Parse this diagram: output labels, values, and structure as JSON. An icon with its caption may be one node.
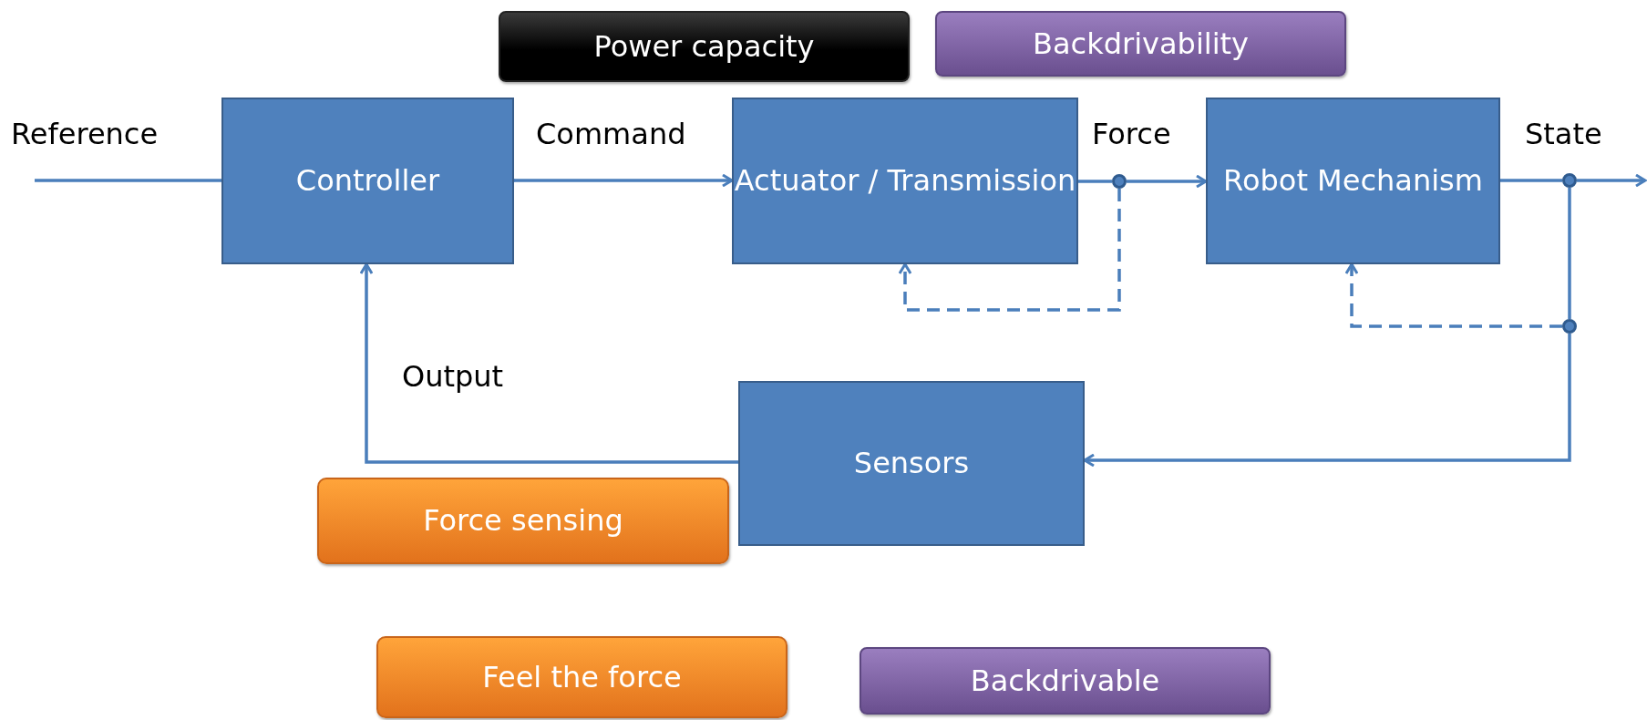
{
  "diagram": {
    "nodes": [
      {
        "text": [
          "Power capacity"
        ]
      },
      {
        "text": [
          "Backdrivability"
        ]
      },
      {
        "text": [
          "Controller"
        ]
      },
      {
        "text": [
          "Actuator / Transmission"
        ]
      },
      {
        "text": [],
        "shape": "circle"
      },
      {
        "text": [
          "Robot Mechanism"
        ]
      },
      {
        "text": [],
        "shape": "circle"
      },
      {
        "text": [],
        "shape": "circle"
      },
      {
        "text": [
          "Sensors"
        ]
      },
      {
        "text": [
          "Force sensing"
        ]
      },
      {
        "text": [
          "Feel the force"
        ]
      },
      {
        "text": [
          "Backdrivable"
        ]
      }
    ],
    "edges": [
      {
        "from": null,
        "to": 2,
        "arrow": "to"
      },
      {
        "from": 2,
        "to": 3,
        "arrow": "to"
      },
      {
        "from": 3,
        "to": 4,
        "arrow": "none"
      },
      {
        "from": 4,
        "to": 5,
        "arrow": "to"
      },
      {
        "from": 4,
        "to": 3,
        "arrow": "to",
        "style": "dashed"
      },
      {
        "from": 5,
        "to": 6,
        "arrow": "none"
      },
      {
        "from": 6,
        "to": null,
        "arrow": "to"
      },
      {
        "from": 6,
        "to": 7,
        "arrow": "none"
      },
      {
        "from": 7,
        "to": 5,
        "arrow": "to",
        "style": "dashed"
      },
      {
        "from": 7,
        "to": 8,
        "arrow": "to"
      },
      {
        "from": 8,
        "to": 2,
        "arrow": "to"
      }
    ],
    "labels": [
      "Reference",
      "Command",
      "Force",
      "State",
      "Output"
    ]
  }
}
